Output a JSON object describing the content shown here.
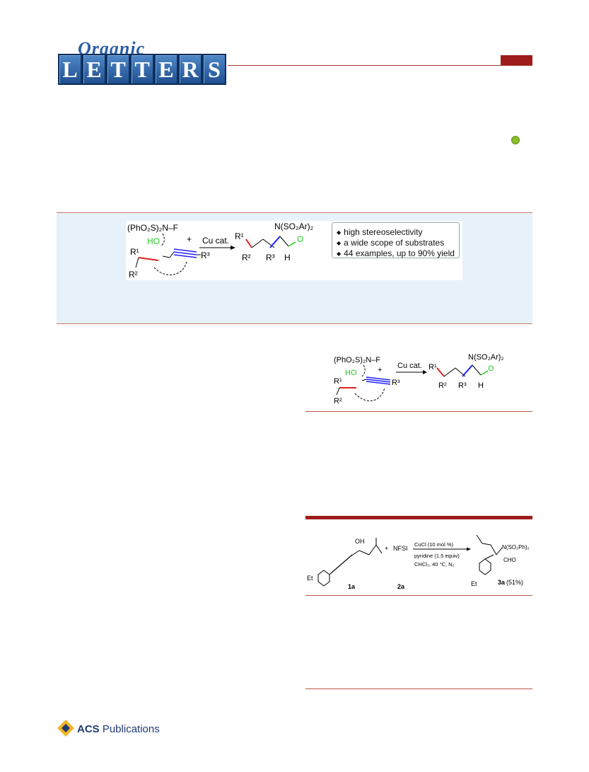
{
  "journal": {
    "logo_top": "Organic",
    "logo_letters": [
      "L",
      "E",
      "T",
      "T",
      "E",
      "R",
      "S"
    ]
  },
  "abstract_graphic": {
    "reagent": "(PhO₂S)₂N–F",
    "hydroxyl": "HO",
    "plus": "+",
    "catalyst": "Cu cat.",
    "r1": "R¹",
    "r2": "R²",
    "r3": "R³",
    "product_group": "N(SO₂Ar)₂",
    "oxygen": "O",
    "hydrogen": "H",
    "bullets": [
      "high stereoselectivity",
      "a wide scope of substrates",
      "44 examples,  up to 90% yield"
    ]
  },
  "scheme": {
    "oh": "OH",
    "plus": "+",
    "nfsi": "NFSI",
    "cond1": "CuCl (10 mol %)",
    "cond2": "pyridine (1.5 equiv)",
    "cond3": "CHCl₃, 40 °C, N₂",
    "et_left": "Et",
    "et_right": "Et",
    "product_group": "N(SO₂Ph)₂",
    "cho": "CHO",
    "label_1a": "1a",
    "label_2a": "2a",
    "label_3a": "3a",
    "yield_3a": "(51%)"
  },
  "footer": {
    "brand_bold": "ACS",
    "brand_rest": " Publications"
  },
  "colors": {
    "accent_red": "#9e1c1c",
    "rule": "#b95a48",
    "band": "#e7f1f9",
    "alkyne_blue": "#1a1aff",
    "alkene_red": "#e02020",
    "hydroxyl_green": "#22cc22"
  }
}
